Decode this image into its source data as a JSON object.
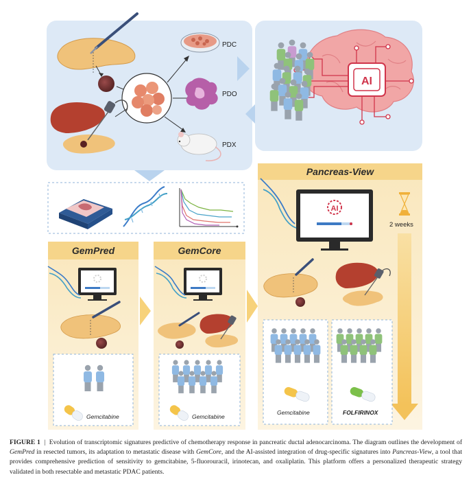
{
  "top_panel": {
    "labels": {
      "pdc": "PDC",
      "pdo": "PDO",
      "pdx": "PDX"
    },
    "ai_chip_label": "AI"
  },
  "panels": {
    "gempred": {
      "title": "GemPred",
      "drug": "Gemcitabine"
    },
    "gemcore": {
      "title": "GemCore",
      "drug": "Gemcitabine"
    },
    "pancreas_view": {
      "title": "Pancreas-View",
      "monitor_label": "AI",
      "timeline_label": "2 weeks",
      "drug_left": "Gemcitabine",
      "drug_right": "FOLFIRINOX"
    }
  },
  "caption": {
    "figure_label": "FIGURE 1",
    "separator": "|",
    "text_1": "Evolution of transcriptomic signatures predictive of chemotherapy response in pancreatic ductal adenocarcinoma. The diagram outlines the development of ",
    "em_1": "GemPred",
    "text_2": " in resected tumors, its adaptation to metastatic disease with ",
    "em_2": "GemCore",
    "text_3": ", and the AI-assisted integration of drug-specific signatures into ",
    "em_3": "Pancreas-View",
    "text_4": ", a tool that provides comprehensive prediction of sensitivity to gemcitabine, 5-fluorouracil, irinotecan, and oxaliplatin. This platform offers a personalized therapeutic strategy validated in both resectable and metastatic PDAC patients."
  },
  "colors": {
    "top_bg": "#dde9f6",
    "yellow_panel": "#fbeed2",
    "yellow_header": "#f6d58a",
    "arrow_yellow": "#f7d27a",
    "arrow_blue": "#b9d3ee",
    "pancreas": "#f0c27a",
    "liver": "#b4402f",
    "tumor": "#6a2a2a",
    "person_blue": "#8fb9e3",
    "person_green": "#8fc27a",
    "brain": "#f1a6a6",
    "ai_red": "#d0344a"
  }
}
